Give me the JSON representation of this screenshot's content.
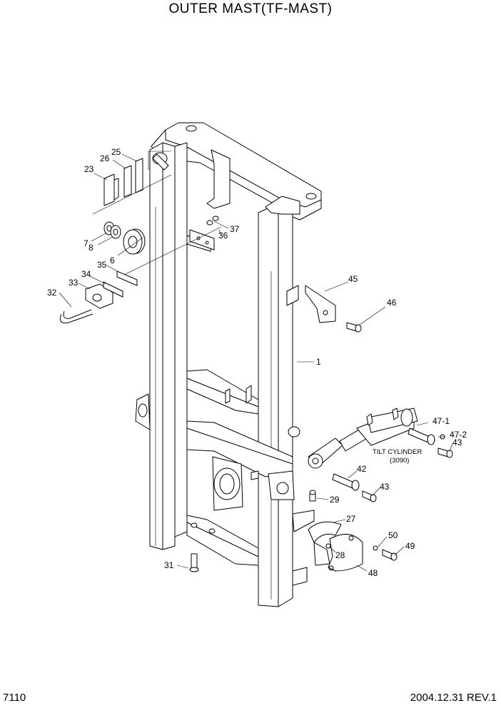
{
  "title": "OUTER MAST(TF-MAST)",
  "page_number": "7110",
  "revision": "2004.12.31  REV.1",
  "tilt_cylinder": {
    "line1": "TILT CYLINDER",
    "line2": "(3090)"
  },
  "callouts": [
    {
      "id": "c1",
      "text": "1"
    },
    {
      "id": "c6",
      "text": "6"
    },
    {
      "id": "c7",
      "text": "7"
    },
    {
      "id": "c8",
      "text": "8"
    },
    {
      "id": "c23",
      "text": "23"
    },
    {
      "id": "c25",
      "text": "25"
    },
    {
      "id": "c26",
      "text": "26"
    },
    {
      "id": "c27",
      "text": "27"
    },
    {
      "id": "c28",
      "text": "28"
    },
    {
      "id": "c29",
      "text": "29"
    },
    {
      "id": "c31",
      "text": "31"
    },
    {
      "id": "c32",
      "text": "32"
    },
    {
      "id": "c33",
      "text": "33"
    },
    {
      "id": "c34",
      "text": "34"
    },
    {
      "id": "c35",
      "text": "35"
    },
    {
      "id": "c36",
      "text": "36"
    },
    {
      "id": "c37",
      "text": "37"
    },
    {
      "id": "c42",
      "text": "42"
    },
    {
      "id": "c43a",
      "text": "43"
    },
    {
      "id": "c43b",
      "text": "43"
    },
    {
      "id": "c45",
      "text": "45"
    },
    {
      "id": "c46",
      "text": "46"
    },
    {
      "id": "c47-1",
      "text": "47-1"
    },
    {
      "id": "c47-2",
      "text": "47-2"
    },
    {
      "id": "c48",
      "text": "48"
    },
    {
      "id": "c49",
      "text": "49"
    },
    {
      "id": "c50",
      "text": "50"
    }
  ]
}
